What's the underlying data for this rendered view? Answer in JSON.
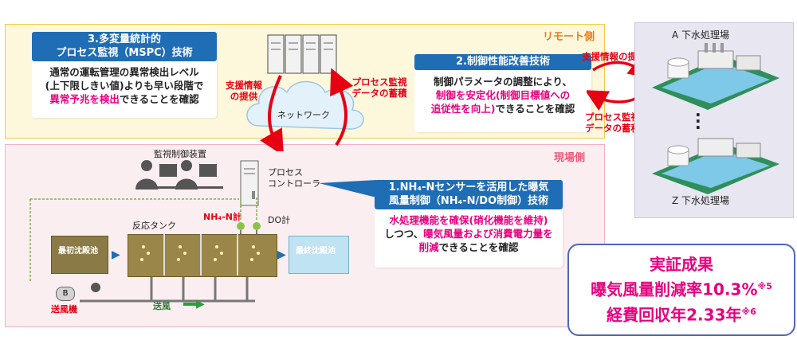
{
  "zones": {
    "remote_label": "リモート側",
    "site_label": "現場側"
  },
  "mspc": {
    "title_line1": "3.多変量統計的",
    "title_line2": "プロセス監視（MSPC）技術",
    "body_line1": "通常の運転管理の異常検出レベル",
    "body_line2": "(上下限しきい値)よりも早い段階で",
    "body_line3_pink": "異常予兆を検出",
    "body_line3_rest": "できることを確認"
  },
  "control": {
    "title": "2.制御性能改善技術",
    "body_line1": "制御パラメータの調整により、",
    "body_line2_pink": "制御を安定化(制御目標値への",
    "body_line3_pink": "追従性を向上)",
    "body_line3_rest": "できることを確認"
  },
  "nh4": {
    "title_line1": "1.NH₄-Nセンサーを活用した曝気",
    "title_line2": "風量制御（NH₄-N/DO制御）技術",
    "body_line1_pink": "水処理機能を確保(硝化機能を維持)",
    "body_line2_pre": "しつつ、",
    "body_line2_pink": "曝気風量および消費電力量を",
    "body_line3_pink": "削減",
    "body_line3_rest": "できることを確認"
  },
  "labels": {
    "support_info_left_1": "支援情報",
    "support_info_left_2": "の提供",
    "process_data_1": "プロセス監視",
    "process_data_2": "データの蓄積",
    "network": "ネットワーク",
    "support_info_right": "支援情報の提供",
    "process_data_right_1": "プロセス監視",
    "process_data_right_2": "データの蓄積",
    "monitor_device": "監視制御装置",
    "process_controller_1": "プロセス",
    "process_controller_2": "コントローラ",
    "nh4_meter": "NH₄-N計",
    "do_meter": "DO計",
    "reaction_tank": "反応タンク",
    "primary_tank": "最初沈殿池",
    "final_tank": "最終沈殿池",
    "blower": "送風機",
    "air": "送風",
    "plant_a": "A  下水処理場",
    "plant_z": "Z  下水処理場",
    "blower_mark": "B"
  },
  "result": {
    "line1": "実証成果",
    "line2": "曝気風量削減率10.3%",
    "line2_note": "※5",
    "line3": "経費回収年2.33年",
    "line3_note": "※6"
  },
  "colors": {
    "blue_header": "#1f6db5",
    "pink_text": "#e6007e",
    "red_arrow": "#e60012",
    "remote_bg": "#fdf7dc",
    "site_bg": "#fbeef0"
  }
}
